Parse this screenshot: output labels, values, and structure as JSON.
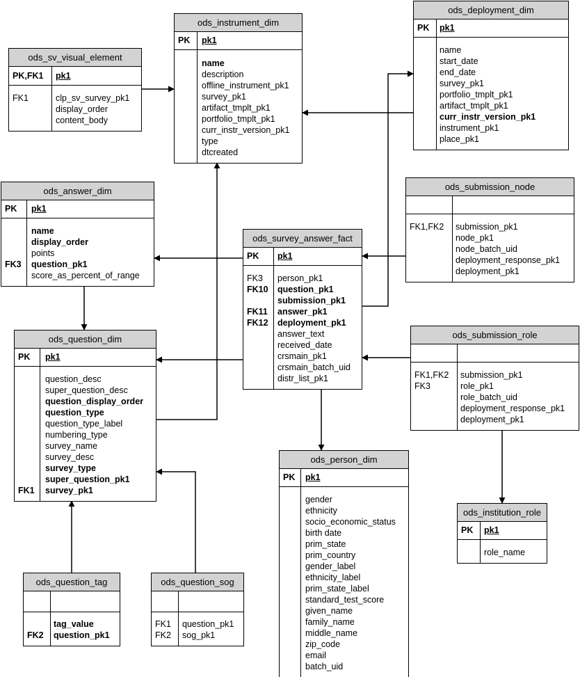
{
  "entities": [
    {
      "id": "ods-instrument-dim",
      "title": "ods_instrument_dim",
      "pk": {
        "key": "PK",
        "field": "pk1"
      },
      "fields": [
        {
          "name": "name",
          "bold": true
        },
        {
          "name": "description"
        },
        {
          "name": "offline_instrument_pk1"
        },
        {
          "name": "survey_pk1"
        },
        {
          "name": "artifact_tmplt_pk1"
        },
        {
          "name": "portfolio_tmplt_pk1"
        },
        {
          "name": "curr_instr_version_pk1"
        },
        {
          "name": "type"
        },
        {
          "name": "dtcreated"
        }
      ]
    },
    {
      "id": "ods-deployment-dim",
      "title": "ods_deployment_dim",
      "pk": {
        "key": "PK",
        "field": "pk1"
      },
      "fields": [
        {
          "name": "name"
        },
        {
          "name": "start_date"
        },
        {
          "name": "end_date"
        },
        {
          "name": "survey_pk1"
        },
        {
          "name": "portfolio_tmplt_pk1"
        },
        {
          "name": "artifact_tmplt_pk1"
        },
        {
          "name": "curr_instr_version_pk1",
          "bold": true
        },
        {
          "name": "instrument_pk1"
        },
        {
          "name": "place_pk1"
        }
      ]
    },
    {
      "id": "ods-sv-visual-element",
      "title": "ods_sv_visual_element",
      "pk": {
        "key": "PK,FK1",
        "field": "pk1"
      },
      "fields": [
        {
          "key": "FK1",
          "name": "clp_sv_survey_pk1"
        },
        {
          "name": "display_order"
        },
        {
          "name": "content_body"
        }
      ]
    },
    {
      "id": "ods-answer-dim",
      "title": "ods_answer_dim",
      "pk": {
        "key": "PK",
        "field": "pk1"
      },
      "fields": [
        {
          "name": "name",
          "bold": true
        },
        {
          "name": "display_order",
          "bold": true
        },
        {
          "name": "points"
        },
        {
          "key": "FK3",
          "name": "question_pk1",
          "bold": true
        },
        {
          "name": "score_as_percent_of_range"
        }
      ]
    },
    {
      "id": "ods-survey-answer-fact",
      "title": "ods_survey_answer_fact",
      "pk": {
        "key": "PK",
        "field": "pk1"
      },
      "fields": [
        {
          "key": "FK3",
          "name": "person_pk1"
        },
        {
          "key": "FK10",
          "name": "question_pk1",
          "bold": true
        },
        {
          "name": "submission_pk1",
          "bold": true
        },
        {
          "key": "FK11",
          "name": "answer_pk1",
          "bold": true
        },
        {
          "key": "FK12",
          "name": "deployment_pk1",
          "bold": true
        },
        {
          "name": "answer_text"
        },
        {
          "name": "received_date"
        },
        {
          "name": "crsmain_pk1"
        },
        {
          "name": "crsmain_batch_uid"
        },
        {
          "name": "distr_list_pk1"
        }
      ]
    },
    {
      "id": "ods-submission-node",
      "title": "ods_submission_node",
      "pk": {
        "key": "",
        "field": ""
      },
      "fields": [
        {
          "key": "FK1,FK2",
          "name": "submission_pk1"
        },
        {
          "name": "node_pk1"
        },
        {
          "name": "node_batch_uid"
        },
        {
          "name": "deployment_response_pk1"
        },
        {
          "name": "deployment_pk1"
        }
      ]
    },
    {
      "id": "ods-question-dim",
      "title": "ods_question_dim",
      "pk": {
        "key": "PK",
        "field": "pk1"
      },
      "fields": [
        {
          "name": "question_desc"
        },
        {
          "name": "super_question_desc"
        },
        {
          "name": "question_display_order",
          "bold": true
        },
        {
          "name": "question_type",
          "bold": true
        },
        {
          "name": "question_type_label"
        },
        {
          "name": "numbering_type"
        },
        {
          "name": "survey_name"
        },
        {
          "name": "survey_desc"
        },
        {
          "name": "survey_type",
          "bold": true
        },
        {
          "name": "super_question_pk1",
          "bold": true
        },
        {
          "key": "FK1",
          "name": "survey_pk1",
          "bold": true
        }
      ]
    },
    {
      "id": "ods-submission-role",
      "title": "ods_submission_role",
      "pk": {
        "key": "",
        "field": ""
      },
      "fields": [
        {
          "key": "FK1,FK2",
          "name": "submission_pk1"
        },
        {
          "key": "FK3",
          "name": "role_pk1"
        },
        {
          "name": "role_batch_uid"
        },
        {
          "name": "deployment_response_pk1"
        },
        {
          "name": "deployment_pk1"
        }
      ]
    },
    {
      "id": "ods-person-dim",
      "title": "ods_person_dim",
      "pk": {
        "key": "PK",
        "field": "pk1"
      },
      "fields": [
        {
          "name": "gender"
        },
        {
          "name": "ethnicity"
        },
        {
          "name": "socio_economic_status"
        },
        {
          "name": "birth date"
        },
        {
          "name": "prim_state"
        },
        {
          "name": "prim_country"
        },
        {
          "name": "gender_label"
        },
        {
          "name": "ethnicity_label"
        },
        {
          "name": "prim_state_label"
        },
        {
          "name": "standard_test_score"
        },
        {
          "name": "given_name"
        },
        {
          "name": "family_name"
        },
        {
          "name": "middle_name"
        },
        {
          "name": "zip_code"
        },
        {
          "name": "email"
        },
        {
          "name": "batch_uid"
        }
      ]
    },
    {
      "id": "ods-institution-role",
      "title": "ods_institution_role",
      "pk": {
        "key": "PK",
        "field": "pk1"
      },
      "fields": [
        {
          "name": "role_name"
        }
      ]
    },
    {
      "id": "ods-question-tag",
      "title": "ods_question_tag",
      "pk": {
        "key": "",
        "field": ""
      },
      "fields": [
        {
          "name": "tag_value",
          "bold": true
        },
        {
          "key": "FK2",
          "name": "question_pk1",
          "bold": true
        }
      ]
    },
    {
      "id": "ods-question-sog",
      "title": "ods_question_sog",
      "pk": {
        "key": "",
        "field": ""
      },
      "fields": [
        {
          "key": "FK1",
          "name": "question_pk1"
        },
        {
          "key": "FK2",
          "name": "sog_pk1"
        }
      ]
    }
  ],
  "relationships": [
    {
      "from": "ods_sv_visual_element",
      "to": "ods_instrument_dim"
    },
    {
      "from": "ods_deployment_dim",
      "to": "ods_instrument_dim"
    },
    {
      "from": "ods_survey_answer_fact",
      "to": "ods_deployment_dim"
    },
    {
      "from": "ods_question_dim",
      "to": "ods_instrument_dim"
    },
    {
      "from": "ods_survey_answer_fact",
      "to": "ods_answer_dim"
    },
    {
      "from": "ods_answer_dim",
      "to": "ods_question_dim"
    },
    {
      "from": "ods_submission_node",
      "to": "ods_survey_answer_fact"
    },
    {
      "from": "ods_survey_answer_fact",
      "to": "ods_question_dim"
    },
    {
      "from": "ods_submission_role",
      "to": "ods_survey_answer_fact"
    },
    {
      "from": "ods_survey_answer_fact",
      "to": "ods_person_dim"
    },
    {
      "from": "ods_submission_role",
      "to": "ods_institution_role"
    },
    {
      "from": "ods_question_tag",
      "to": "ods_question_dim"
    },
    {
      "from": "ods_question_sog",
      "to": "ods_question_dim"
    }
  ]
}
